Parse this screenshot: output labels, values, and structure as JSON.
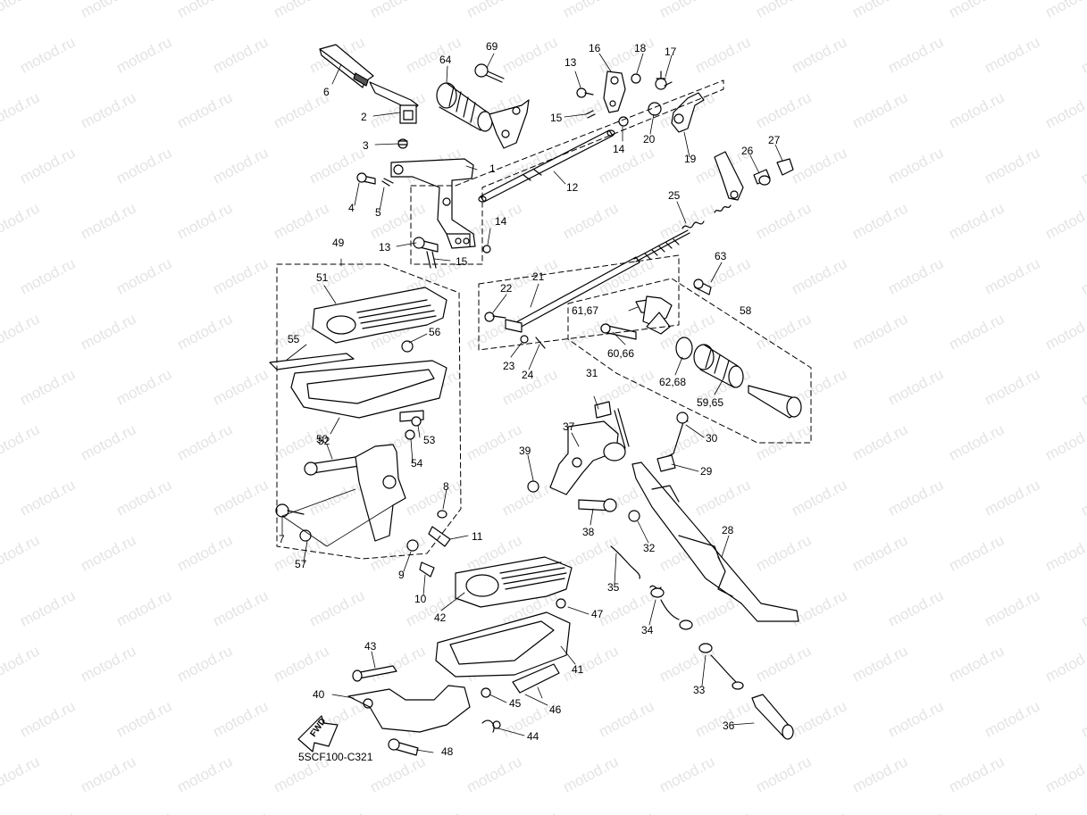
{
  "watermark_text": "motod.ru",
  "diagram_code": "5SCF100-C321",
  "fwd_label": "FWD",
  "colors": {
    "line": "#000000",
    "watermark": "#e4e4e4",
    "background": "#ffffff"
  },
  "callouts": [
    {
      "id": "c1",
      "text": "1"
    },
    {
      "id": "c2",
      "text": "2"
    },
    {
      "id": "c3",
      "text": "3"
    },
    {
      "id": "c4",
      "text": "4"
    },
    {
      "id": "c5",
      "text": "5"
    },
    {
      "id": "c6",
      "text": "6"
    },
    {
      "id": "c7",
      "text": "7"
    },
    {
      "id": "c8",
      "text": "8"
    },
    {
      "id": "c9",
      "text": "9"
    },
    {
      "id": "c10",
      "text": "10"
    },
    {
      "id": "c11",
      "text": "11"
    },
    {
      "id": "c12",
      "text": "12"
    },
    {
      "id": "c13a",
      "text": "13"
    },
    {
      "id": "c13b",
      "text": "13"
    },
    {
      "id": "c14a",
      "text": "14"
    },
    {
      "id": "c14b",
      "text": "14"
    },
    {
      "id": "c15a",
      "text": "15"
    },
    {
      "id": "c15b",
      "text": "15"
    },
    {
      "id": "c16",
      "text": "16"
    },
    {
      "id": "c17",
      "text": "17"
    },
    {
      "id": "c18",
      "text": "18"
    },
    {
      "id": "c19",
      "text": "19"
    },
    {
      "id": "c20",
      "text": "20"
    },
    {
      "id": "c21",
      "text": "21"
    },
    {
      "id": "c22",
      "text": "22"
    },
    {
      "id": "c23",
      "text": "23"
    },
    {
      "id": "c24",
      "text": "24"
    },
    {
      "id": "c25",
      "text": "25"
    },
    {
      "id": "c26",
      "text": "26"
    },
    {
      "id": "c27",
      "text": "27"
    },
    {
      "id": "c28",
      "text": "28"
    },
    {
      "id": "c29",
      "text": "29"
    },
    {
      "id": "c30",
      "text": "30"
    },
    {
      "id": "c31",
      "text": "31"
    },
    {
      "id": "c32",
      "text": "32"
    },
    {
      "id": "c33",
      "text": "33"
    },
    {
      "id": "c34",
      "text": "34"
    },
    {
      "id": "c35",
      "text": "35"
    },
    {
      "id": "c36",
      "text": "36"
    },
    {
      "id": "c37",
      "text": "37"
    },
    {
      "id": "c38",
      "text": "38"
    },
    {
      "id": "c39",
      "text": "39"
    },
    {
      "id": "c40",
      "text": "40"
    },
    {
      "id": "c41",
      "text": "41"
    },
    {
      "id": "c42",
      "text": "42"
    },
    {
      "id": "c43",
      "text": "43"
    },
    {
      "id": "c44",
      "text": "44"
    },
    {
      "id": "c45",
      "text": "45"
    },
    {
      "id": "c46",
      "text": "46"
    },
    {
      "id": "c47",
      "text": "47"
    },
    {
      "id": "c48",
      "text": "48"
    },
    {
      "id": "c49",
      "text": "49"
    },
    {
      "id": "c50",
      "text": "50"
    },
    {
      "id": "c51",
      "text": "51"
    },
    {
      "id": "c52",
      "text": "52"
    },
    {
      "id": "c53",
      "text": "53"
    },
    {
      "id": "c54",
      "text": "54"
    },
    {
      "id": "c55",
      "text": "55"
    },
    {
      "id": "c56",
      "text": "56"
    },
    {
      "id": "c57",
      "text": "57"
    },
    {
      "id": "c58",
      "text": "58"
    },
    {
      "id": "c59_65",
      "text": "59,65"
    },
    {
      "id": "c60_66",
      "text": "60,66"
    },
    {
      "id": "c61_67",
      "text": "61,67"
    },
    {
      "id": "c62_68",
      "text": "62,68"
    },
    {
      "id": "c63",
      "text": "63"
    },
    {
      "id": "c64",
      "text": "64"
    },
    {
      "id": "c69",
      "text": "69"
    }
  ]
}
